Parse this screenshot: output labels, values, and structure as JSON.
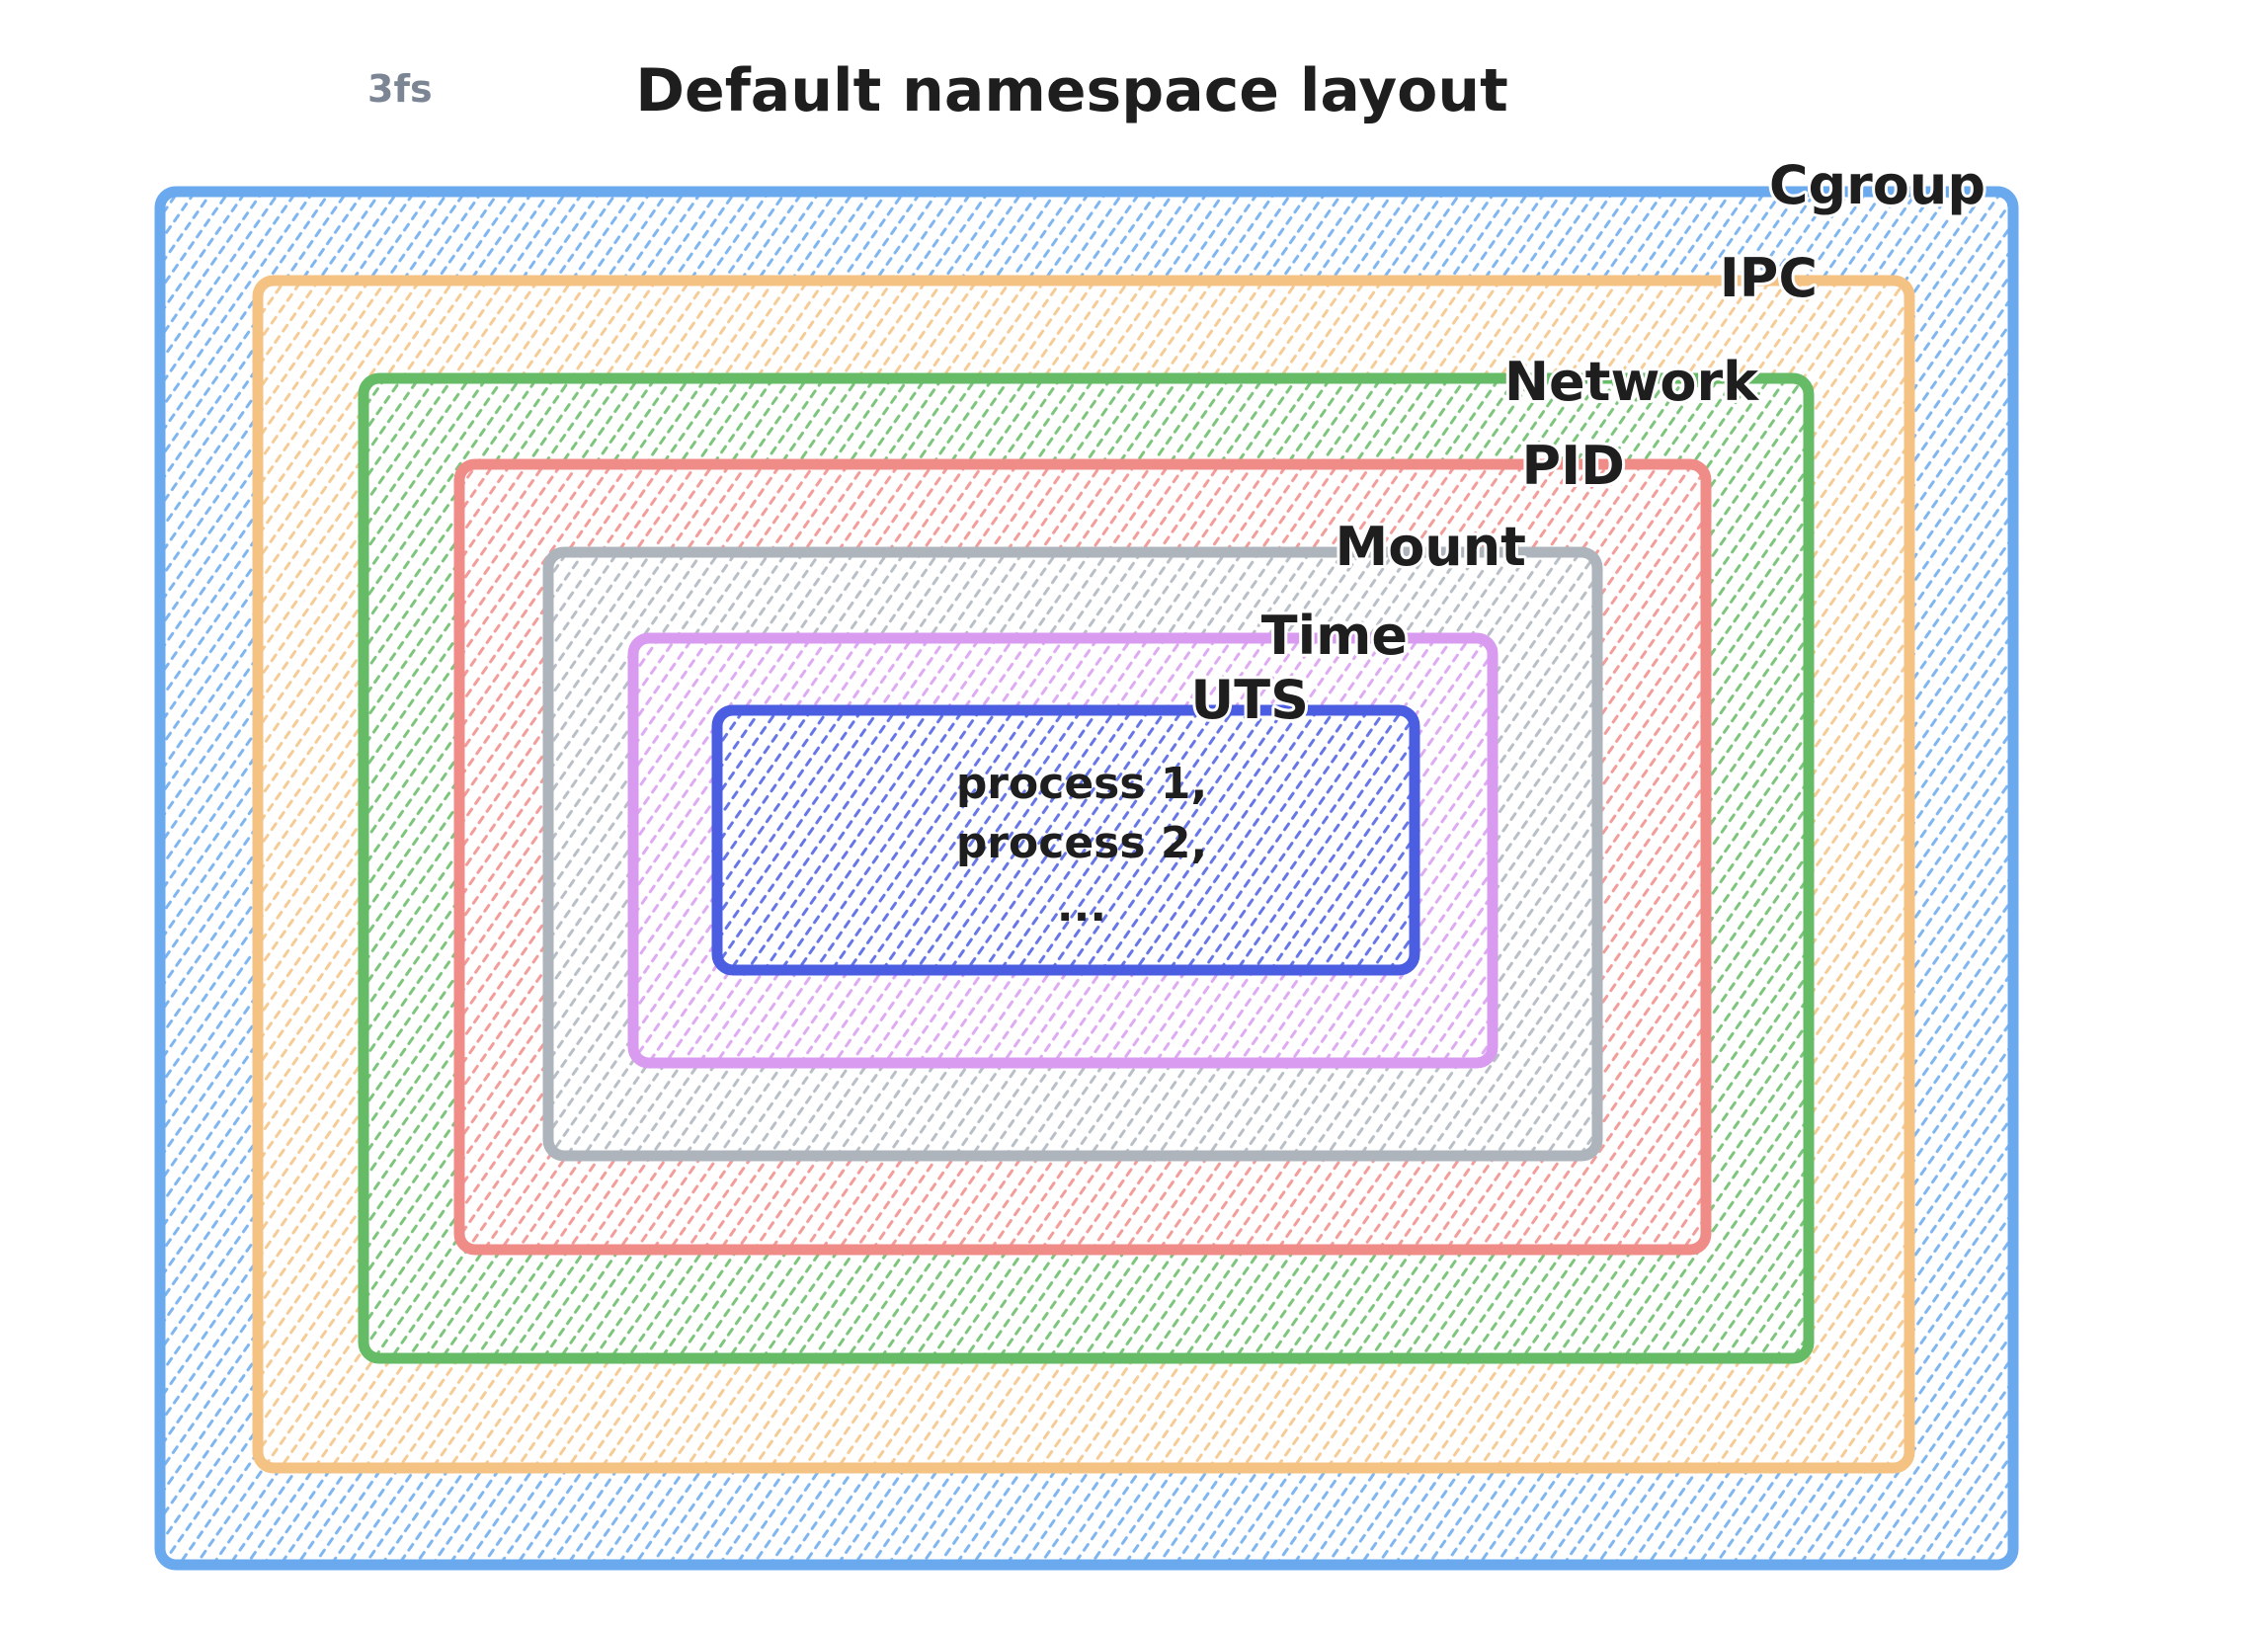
{
  "brand": "3fs",
  "title": "Default namespace layout",
  "namespaces": [
    {
      "key": "cgroup",
      "label": "Cgroup",
      "color": "#6aa9ee"
    },
    {
      "key": "ipc",
      "label": "IPC",
      "color": "#f4c283"
    },
    {
      "key": "network",
      "label": "Network",
      "color": "#66bb66"
    },
    {
      "key": "pid",
      "label": "PID",
      "color": "#f08c88"
    },
    {
      "key": "mount",
      "label": "Mount",
      "color": "#adb4bc"
    },
    {
      "key": "time",
      "label": "Time",
      "color": "#d99bf0"
    },
    {
      "key": "uts",
      "label": "UTS",
      "color": "#4b5ee2"
    }
  ],
  "inner_content": {
    "lines": [
      "process 1,",
      "process 2,",
      "..."
    ]
  }
}
